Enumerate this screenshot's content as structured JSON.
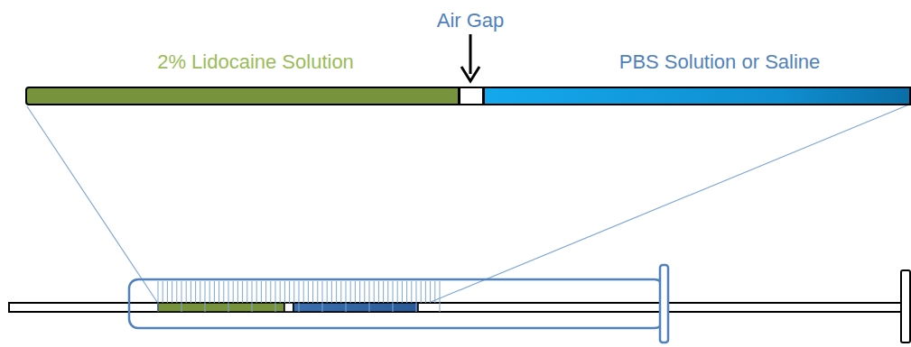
{
  "diagram": {
    "nodes": [
      {
        "text": [
          "2% Lidocaine Solution"
        ]
      },
      {
        "text": [
          "Air Gap"
        ]
      },
      {
        "text": [
          "PBS Solution or Saline"
        ]
      }
    ]
  }
}
